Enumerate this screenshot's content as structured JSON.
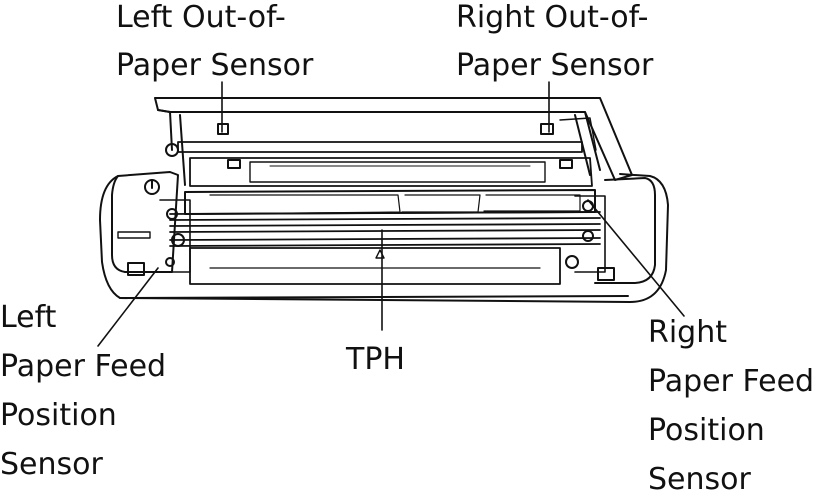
{
  "labels": {
    "left_out_of_paper_sensor": [
      "Left Out-of-",
      "Paper Sensor"
    ],
    "right_out_of_paper_sensor": [
      "Right Out-of-",
      "Paper Sensor"
    ],
    "left_paper_feed_position_sensor": [
      "Left",
      "Paper Feed",
      "Position",
      "Sensor"
    ],
    "right_paper_feed_position_sensor": [
      "Right",
      "Paper Feed",
      "Position",
      "Sensor"
    ],
    "tph": "TPH"
  },
  "colors": {
    "stroke": "#111111",
    "background": "#ffffff"
  }
}
